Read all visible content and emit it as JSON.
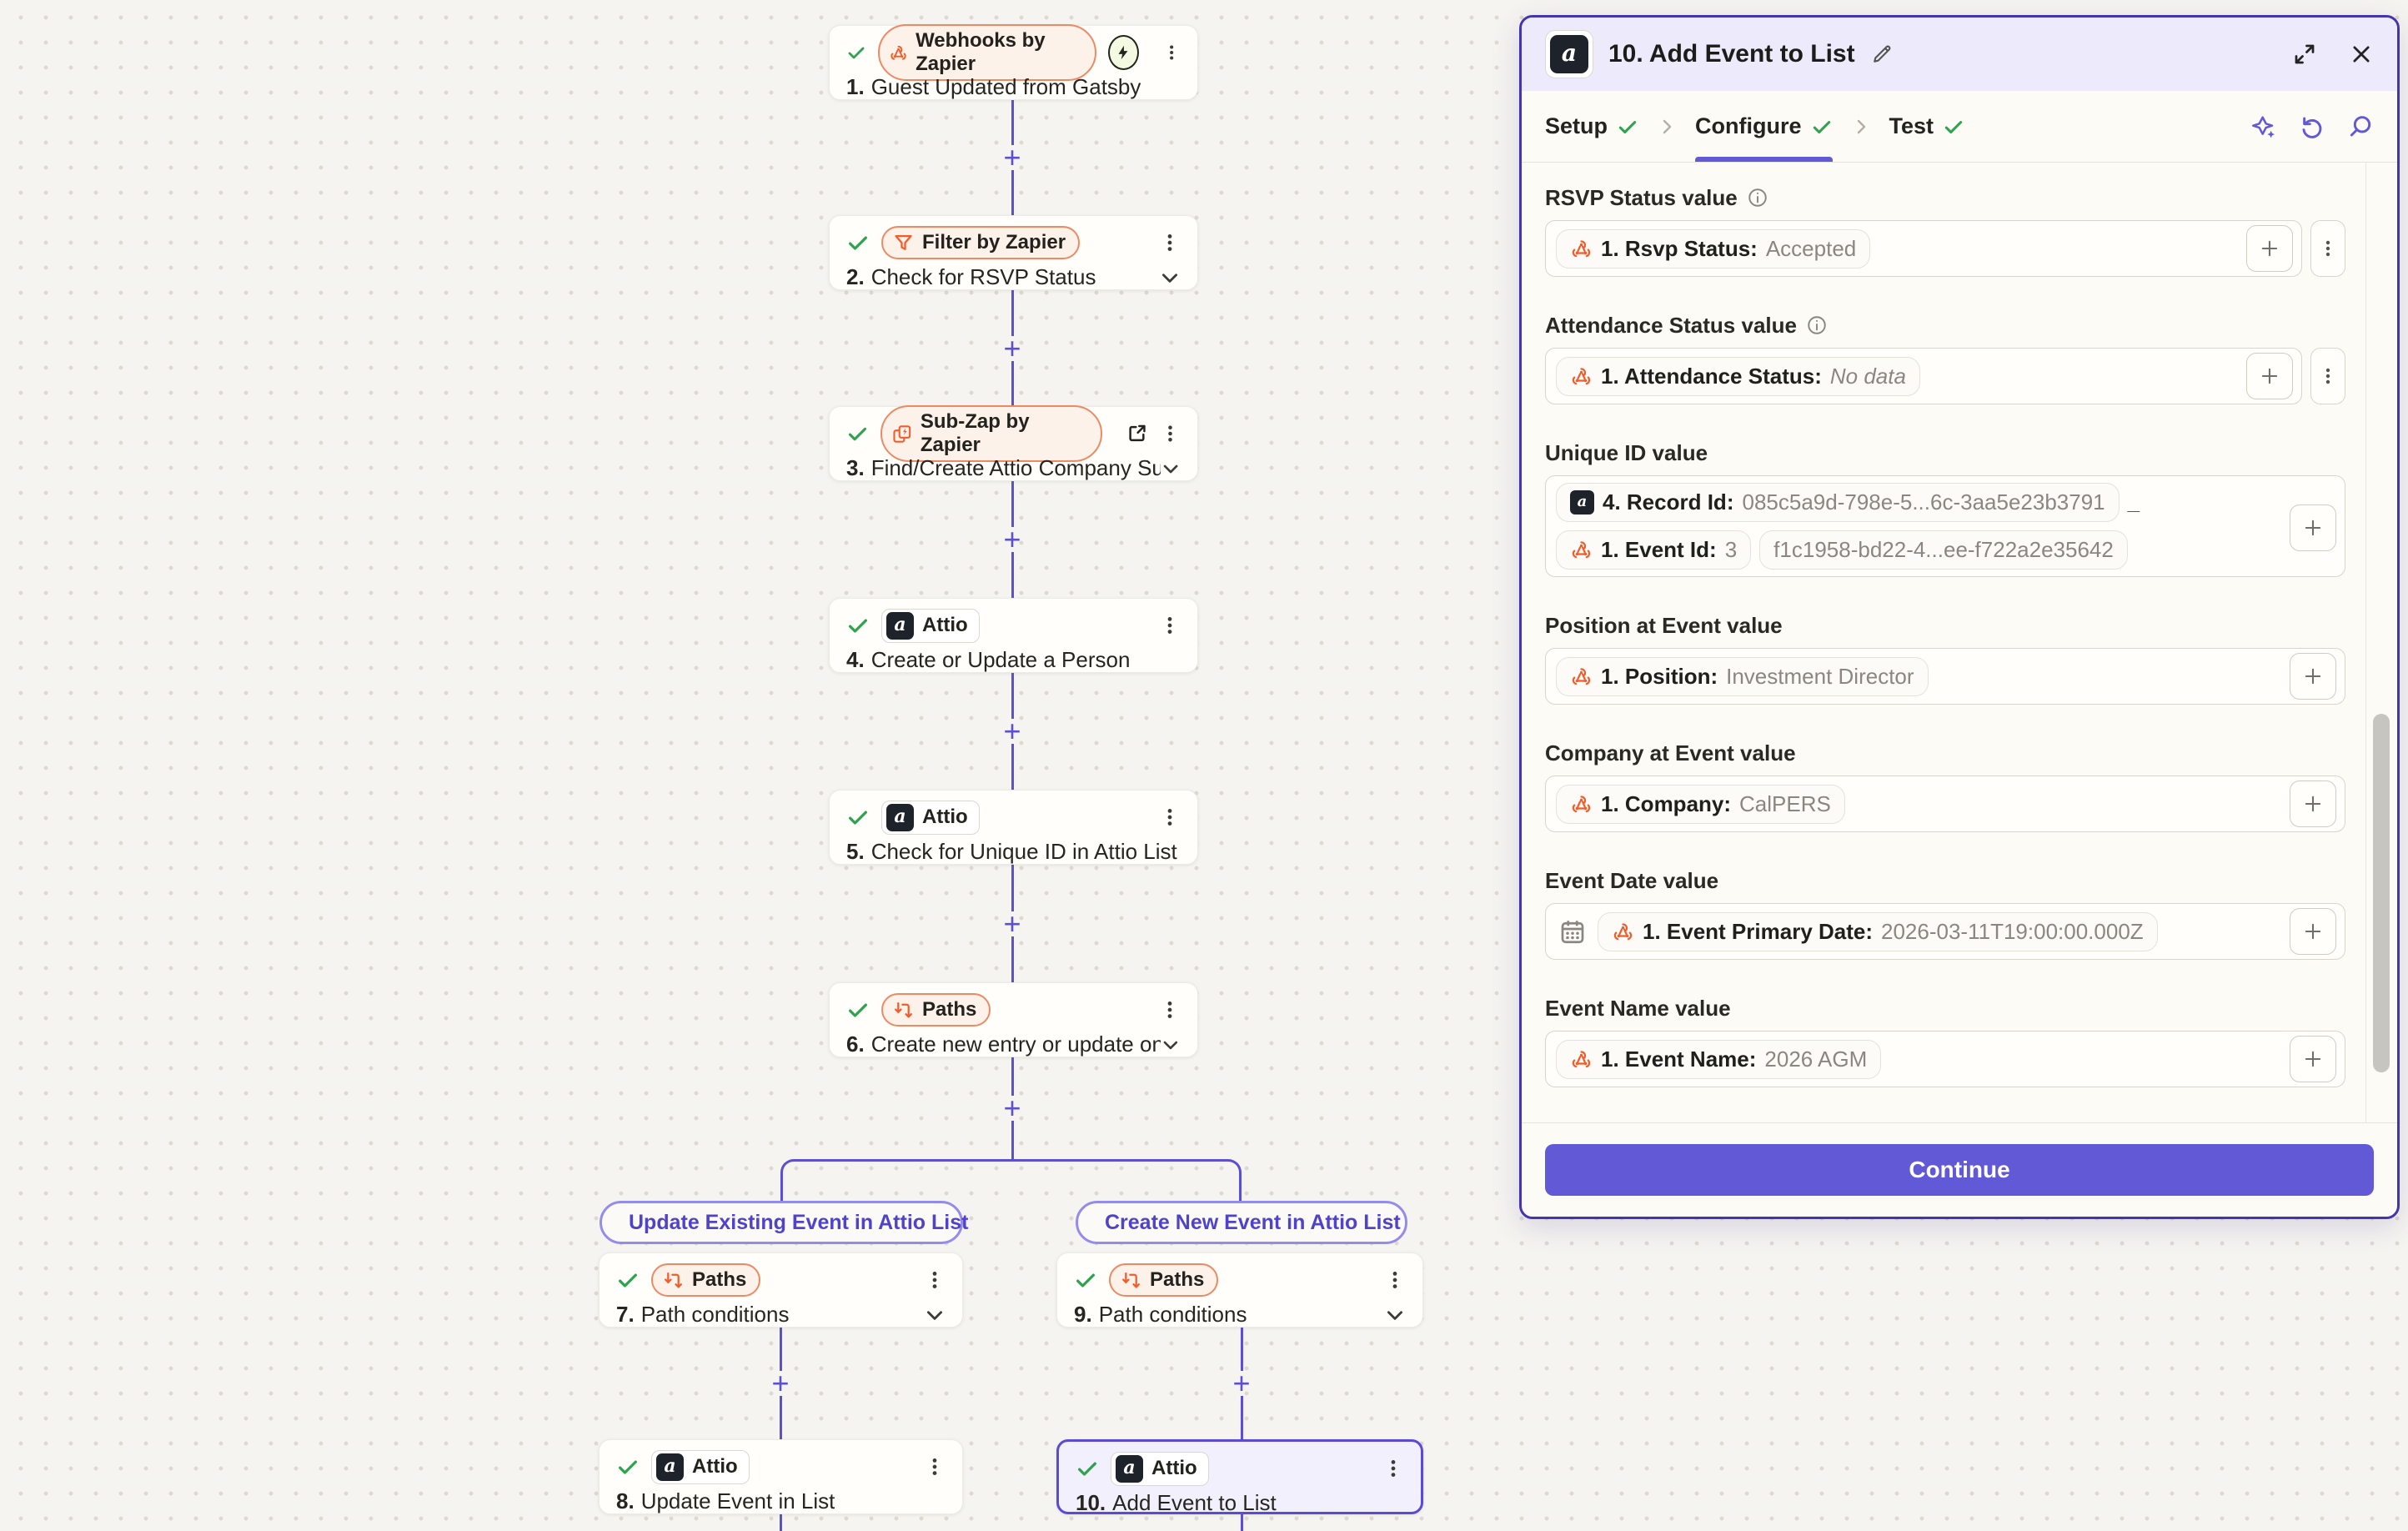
{
  "colors": {
    "accent_purple": "#6159d6",
    "connector_purple": "#5c50d0",
    "panel_border": "#4336ad",
    "branch_pill_border": "#948cec",
    "brand_orange": "#f25c2a",
    "pill_orange_border": "#ec8a63",
    "success_green": "#2fa34f",
    "canvas_bg": "#f6f4f0",
    "card_bg": "#fffefb",
    "selected_card_bg": "#f2f0fc",
    "panel_header_bg": "#eceafb"
  },
  "canvas": {
    "steps": [
      {
        "number": "1.",
        "title": "Guest Updated from Gatsby",
        "app": "Webhooks by Zapier",
        "icon": "webhook-icon"
      },
      {
        "number": "2.",
        "title": "Check for RSVP Status",
        "app": "Filter by Zapier",
        "icon": "filter-icon"
      },
      {
        "number": "3.",
        "title": "Find/Create Attio Company Su...",
        "app": "Sub-Zap by Zapier",
        "icon": "subzap-icon"
      },
      {
        "number": "4.",
        "title": "Create or Update a Person",
        "app": "Attio",
        "icon": "attio-icon"
      },
      {
        "number": "5.",
        "title": "Check for Unique ID in Attio List",
        "app": "Attio",
        "icon": "attio-icon"
      },
      {
        "number": "6.",
        "title": "Create new entry or update one?",
        "app": "Paths",
        "icon": "paths-icon"
      },
      {
        "number": "7.",
        "title": "Path conditions",
        "app": "Paths",
        "icon": "paths-icon"
      },
      {
        "number": "8.",
        "title": "Update Event in List",
        "app": "Attio",
        "icon": "attio-icon"
      },
      {
        "number": "9.",
        "title": "Path conditions",
        "app": "Paths",
        "icon": "paths-icon"
      },
      {
        "number": "10.",
        "title": "Add Event to List",
        "app": "Attio",
        "icon": "attio-icon"
      }
    ],
    "branch_labels": {
      "left": "Update Existing Event in Attio List",
      "right": "Create New Event in Attio List"
    },
    "attio_logo_glyph": "a"
  },
  "panel": {
    "title": "10. Add Event to List",
    "tabs": [
      {
        "label": "Setup"
      },
      {
        "label": "Configure",
        "active": true
      },
      {
        "label": "Test"
      }
    ],
    "fields": [
      {
        "label": "RSVP Status value",
        "has_info": true,
        "has_kebab": true,
        "tokens": [
          {
            "icon": "webhook-icon",
            "name": "1. Rsvp Status:",
            "value": "Accepted"
          }
        ]
      },
      {
        "label": "Attendance Status value",
        "has_info": true,
        "has_kebab": true,
        "tokens": [
          {
            "icon": "webhook-icon",
            "name": "1. Attendance Status:",
            "value": "No data",
            "value_style": "italic"
          }
        ]
      },
      {
        "label": "Unique ID value",
        "multiline": true,
        "tokens": [
          {
            "icon": "attio-icon",
            "name": "4. Record Id:",
            "value": "085c5a9d-798e-5...6c-3aa5e23b3791"
          },
          {
            "separator": "_"
          },
          {
            "icon": "webhook-icon",
            "name": "1. Event Id:",
            "value": "3"
          }
        ],
        "overflow_value": "f1c1958-bd22-4...ee-f722a2e35642"
      },
      {
        "label": "Position at Event value",
        "tokens": [
          {
            "icon": "webhook-icon",
            "name": "1. Position:",
            "value": "Investment Director"
          }
        ]
      },
      {
        "label": "Company at Event value",
        "tokens": [
          {
            "icon": "webhook-icon",
            "name": "1. Company:",
            "value": "CalPERS"
          }
        ]
      },
      {
        "label": "Event Date value",
        "has_calendar": true,
        "tokens": [
          {
            "icon": "webhook-icon",
            "name": "1. Event Primary Date:",
            "value": "2026-03-11T19:00:00.000Z"
          }
        ]
      },
      {
        "label": "Event Name value",
        "tokens": [
          {
            "icon": "webhook-icon",
            "name": "1. Event Name:",
            "value": "2026 AGM"
          }
        ]
      }
    ],
    "continue_label": "Continue"
  }
}
